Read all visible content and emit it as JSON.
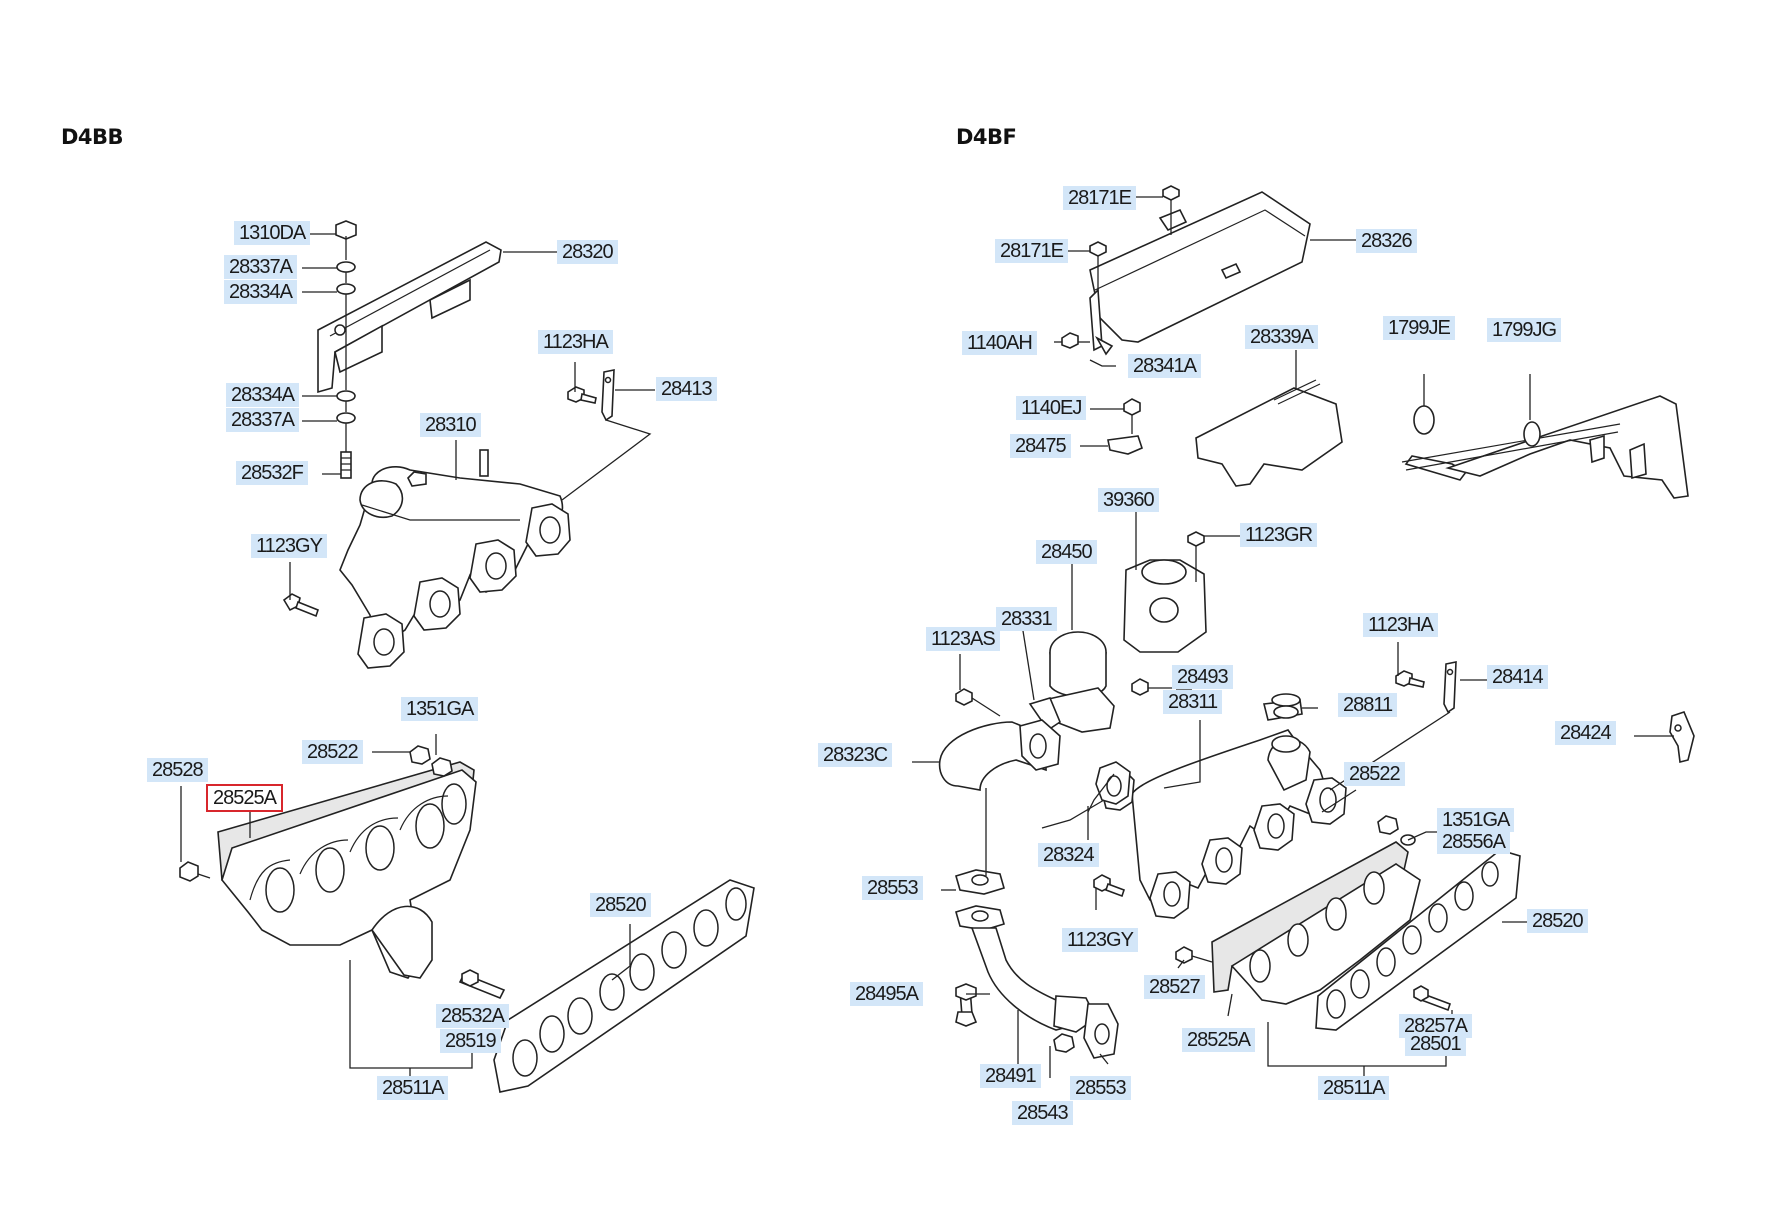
{
  "sections": {
    "left": {
      "title": "D4BB"
    },
    "right": {
      "title": "D4BF"
    }
  },
  "selected_part": "28525A",
  "colors": {
    "label_background": "#d3e6f8",
    "selected_outline": "#d8262c",
    "line": "#222222"
  },
  "callouts": {
    "l_1310DA": "1310DA",
    "l_28337A_1": "28337A",
    "l_28334A_1": "28334A",
    "l_28320": "28320",
    "l_1123HA": "1123HA",
    "l_28413": "28413",
    "l_28334A_2": "28334A",
    "l_28337A_2": "28337A",
    "l_28310": "28310",
    "l_28532F": "28532F",
    "l_1123GY": "1123GY",
    "l_1351GA": "1351GA",
    "l_28522": "28522",
    "l_28528": "28528",
    "l_28525A": "28525A",
    "l_28520": "28520",
    "l_28532A": "28532A",
    "l_28519": "28519",
    "l_28511A": "28511A",
    "r_28171E_1": "28171E",
    "r_28171E_2": "28171E",
    "r_28326": "28326",
    "r_1140AH": "1140AH",
    "r_28341A": "28341A",
    "r_28339A": "28339A",
    "r_1799JE": "1799JE",
    "r_1799JG": "1799JG",
    "r_1140EJ": "1140EJ",
    "r_28475": "28475",
    "r_39360": "39360",
    "r_1123GR": "1123GR",
    "r_28450": "28450",
    "r_28331": "28331",
    "r_1123AS": "1123AS",
    "r_1123HA": "1123HA",
    "r_28493": "28493",
    "r_28414": "28414",
    "r_28311": "28311",
    "r_28811": "28811",
    "r_28424": "28424",
    "r_28323C": "28323C",
    "r_28522": "28522",
    "r_1351GA": "1351GA",
    "r_28556A": "28556A",
    "r_28324": "28324",
    "r_28553_1": "28553",
    "r_1123GY": "1123GY",
    "r_28520": "28520",
    "r_28527": "28527",
    "r_28495A": "28495A",
    "r_28257A": "28257A",
    "r_28501": "28501",
    "r_28525A": "28525A",
    "r_28491": "28491",
    "r_28553_2": "28553",
    "r_28511A": "28511A",
    "r_28543": "28543"
  }
}
